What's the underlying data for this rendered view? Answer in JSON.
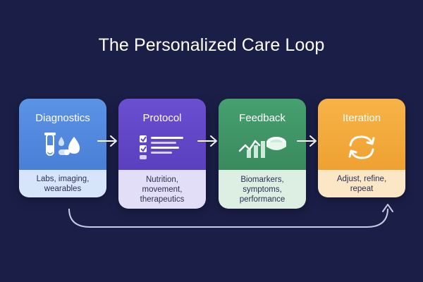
{
  "title": "The Personalized Care Loop",
  "colors": {
    "background": "#1b1f48",
    "diagnostics": "#4f86dd",
    "protocol": "#6246c6",
    "feedback": "#3d8f62",
    "iteration": "#f2a73b"
  },
  "steps": [
    {
      "title": "Diagnostics",
      "icon": "test-tube-drops-pill-icon",
      "lines": [
        "Labs, imaging,",
        "wearables"
      ]
    },
    {
      "title": "Protocol",
      "icon": "checklist-icon",
      "lines": [
        "Nutrition,",
        "movement,",
        "therapeutics"
      ]
    },
    {
      "title": "Feedback",
      "icon": "trend-chart-icon",
      "lines": [
        "Biomarkers,",
        "symptoms,",
        "performance"
      ]
    },
    {
      "title": "Iteration",
      "icon": "cycle-arrows-icon",
      "lines": [
        "Adjust, refine,",
        "repeat"
      ]
    }
  ]
}
